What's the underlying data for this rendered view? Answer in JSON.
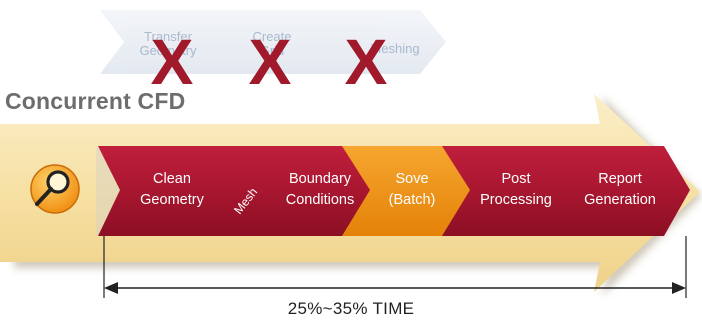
{
  "top_row": {
    "steps": [
      {
        "label_line1": "Transfer",
        "label_line2": "Geometry",
        "marker": "X"
      },
      {
        "label_line1": "Create",
        "label_line2": "Grid",
        "marker": "X"
      },
      {
        "label_line1": "Meshing",
        "label_line2": "",
        "marker": "X"
      }
    ]
  },
  "title": "Concurrent CFD",
  "icon": "magnifier-icon",
  "steps": [
    {
      "line1": "Clean",
      "line2": "Geometry"
    },
    {
      "line1": "Mesh",
      "line2": ""
    },
    {
      "line1": "Boundary",
      "line2": "Conditions"
    },
    {
      "line1": "Sove",
      "line2": "(Batch)"
    },
    {
      "line1": "Post",
      "line2": "Processing"
    },
    {
      "line1": "Report",
      "line2": "Generation"
    }
  ],
  "time_label": "25%~35% TIME",
  "colors": {
    "step_red": "#a8162f",
    "step_orange": "#ee8f14",
    "marker_red": "#a11a2c",
    "big_arrow": "#f5dc9c"
  }
}
